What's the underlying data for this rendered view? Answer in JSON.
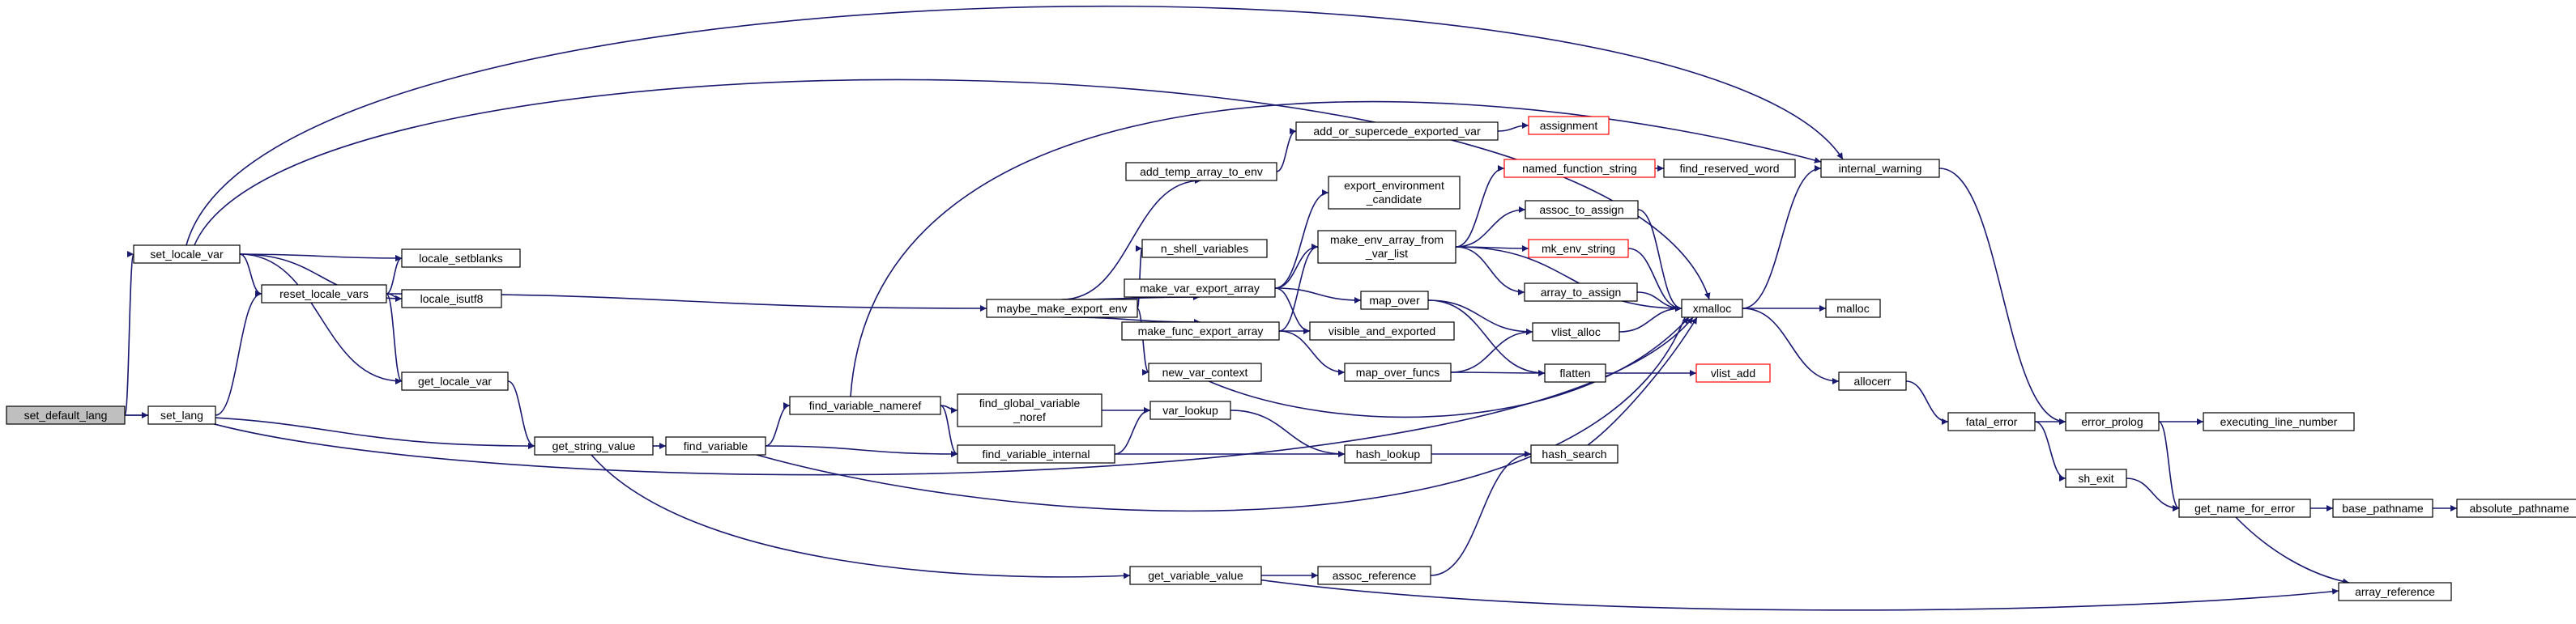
{
  "colors": {
    "edge": "#191970",
    "node_border": "#000000",
    "node_border_truncated": "#ff0000",
    "node_fill": "#ffffff",
    "root_fill": "#bfbfbf"
  },
  "nodes": [
    {
      "id": "set_default_lang",
      "lines": [
        "set_default_lang"
      ],
      "root": true
    },
    {
      "id": "set_locale_var",
      "lines": [
        "set_locale_var"
      ]
    },
    {
      "id": "set_lang",
      "lines": [
        "set_lang"
      ]
    },
    {
      "id": "reset_locale_vars",
      "lines": [
        "reset_locale_vars"
      ]
    },
    {
      "id": "locale_setblanks",
      "lines": [
        "locale_setblanks"
      ]
    },
    {
      "id": "locale_isutf8",
      "lines": [
        "locale_isutf8"
      ]
    },
    {
      "id": "get_locale_var",
      "lines": [
        "get_locale_var"
      ]
    },
    {
      "id": "get_string_value",
      "lines": [
        "get_string_value"
      ]
    },
    {
      "id": "find_variable",
      "lines": [
        "find_variable"
      ]
    },
    {
      "id": "find_variable_nameref",
      "lines": [
        "find_variable_nameref"
      ]
    },
    {
      "id": "find_global_variable_noref",
      "lines": [
        "find_global_variable",
        "_noref"
      ]
    },
    {
      "id": "find_variable_internal",
      "lines": [
        "find_variable_internal"
      ]
    },
    {
      "id": "var_lookup",
      "lines": [
        "var_lookup"
      ]
    },
    {
      "id": "hash_lookup",
      "lines": [
        "hash_lookup"
      ]
    },
    {
      "id": "maybe_make_export_env",
      "lines": [
        "maybe_make_export_env"
      ]
    },
    {
      "id": "add_temp_array_to_env",
      "lines": [
        "add_temp_array_to_env"
      ]
    },
    {
      "id": "n_shell_variables",
      "lines": [
        "n_shell_variables"
      ]
    },
    {
      "id": "make_var_export_array",
      "lines": [
        "make_var_export_array"
      ]
    },
    {
      "id": "make_func_export_array",
      "lines": [
        "make_func_export_array"
      ]
    },
    {
      "id": "new_var_context",
      "lines": [
        "new_var_context"
      ]
    },
    {
      "id": "add_or_supercede_exported_var",
      "lines": [
        "add_or_supercede_exported_var"
      ]
    },
    {
      "id": "assignment",
      "lines": [
        "assignment"
      ],
      "truncated": true
    },
    {
      "id": "export_environment_candidate",
      "lines": [
        "export_environment",
        "_candidate"
      ]
    },
    {
      "id": "make_env_array_from_var_list",
      "lines": [
        "make_env_array_from",
        "_var_list"
      ]
    },
    {
      "id": "map_over",
      "lines": [
        "map_over"
      ]
    },
    {
      "id": "visible_and_exported",
      "lines": [
        "visible_and_exported"
      ]
    },
    {
      "id": "map_over_funcs",
      "lines": [
        "map_over_funcs"
      ]
    },
    {
      "id": "named_function_string",
      "lines": [
        "named_function_string"
      ],
      "truncated": true
    },
    {
      "id": "find_reserved_word",
      "lines": [
        "find_reserved_word"
      ]
    },
    {
      "id": "assoc_to_assign",
      "lines": [
        "assoc_to_assign"
      ]
    },
    {
      "id": "mk_env_string",
      "lines": [
        "mk_env_string"
      ],
      "truncated": true
    },
    {
      "id": "array_to_assign",
      "lines": [
        "array_to_assign"
      ]
    },
    {
      "id": "vlist_alloc",
      "lines": [
        "vlist_alloc"
      ]
    },
    {
      "id": "flatten",
      "lines": [
        "flatten"
      ]
    },
    {
      "id": "vlist_add",
      "lines": [
        "vlist_add"
      ],
      "truncated": true
    },
    {
      "id": "hash_search",
      "lines": [
        "hash_search"
      ]
    },
    {
      "id": "get_variable_value",
      "lines": [
        "get_variable_value"
      ]
    },
    {
      "id": "assoc_reference",
      "lines": [
        "assoc_reference"
      ]
    },
    {
      "id": "internal_warning",
      "lines": [
        "internal_warning"
      ]
    },
    {
      "id": "xmalloc",
      "lines": [
        "xmalloc"
      ]
    },
    {
      "id": "malloc",
      "lines": [
        "malloc"
      ]
    },
    {
      "id": "allocerr",
      "lines": [
        "allocerr"
      ]
    },
    {
      "id": "fatal_error",
      "lines": [
        "fatal_error"
      ]
    },
    {
      "id": "error_prolog",
      "lines": [
        "error_prolog"
      ]
    },
    {
      "id": "executing_line_number",
      "lines": [
        "executing_line_number"
      ]
    },
    {
      "id": "sh_exit",
      "lines": [
        "sh_exit"
      ]
    },
    {
      "id": "get_name_for_error",
      "lines": [
        "get_name_for_error"
      ]
    },
    {
      "id": "base_pathname",
      "lines": [
        "base_pathname"
      ]
    },
    {
      "id": "absolute_pathname",
      "lines": [
        "absolute_pathname"
      ]
    },
    {
      "id": "array_reference",
      "lines": [
        "array_reference"
      ]
    }
  ],
  "edges": [
    [
      "set_default_lang",
      "set_locale_var"
    ],
    [
      "set_default_lang",
      "set_lang"
    ],
    [
      "set_default_lang",
      "get_string_value"
    ],
    [
      "set_locale_var",
      "internal_warning"
    ],
    [
      "set_locale_var",
      "xmalloc"
    ],
    [
      "set_locale_var",
      "locale_setblanks"
    ],
    [
      "set_locale_var",
      "locale_isutf8"
    ],
    [
      "set_locale_var",
      "reset_locale_vars"
    ],
    [
      "set_locale_var",
      "get_locale_var"
    ],
    [
      "set_lang",
      "reset_locale_vars"
    ],
    [
      "set_lang",
      "xmalloc"
    ],
    [
      "reset_locale_vars",
      "locale_setblanks"
    ],
    [
      "reset_locale_vars",
      "locale_isutf8"
    ],
    [
      "reset_locale_vars",
      "maybe_make_export_env"
    ],
    [
      "reset_locale_vars",
      "get_locale_var"
    ],
    [
      "get_locale_var",
      "get_string_value"
    ],
    [
      "get_string_value",
      "find_variable"
    ],
    [
      "get_string_value",
      "get_variable_value"
    ],
    [
      "find_variable",
      "find_variable_nameref"
    ],
    [
      "find_variable",
      "find_variable_internal"
    ],
    [
      "find_variable_nameref",
      "internal_warning"
    ],
    [
      "find_variable_nameref",
      "find_global_variable_noref"
    ],
    [
      "find_variable_nameref",
      "find_variable_internal"
    ],
    [
      "find_global_variable_noref",
      "var_lookup"
    ],
    [
      "find_variable_internal",
      "var_lookup"
    ],
    [
      "find_variable_internal",
      "hash_lookup"
    ],
    [
      "var_lookup",
      "hash_lookup"
    ],
    [
      "hash_lookup",
      "hash_search"
    ],
    [
      "maybe_make_export_env",
      "add_temp_array_to_env"
    ],
    [
      "maybe_make_export_env",
      "n_shell_variables"
    ],
    [
      "maybe_make_export_env",
      "make_var_export_array"
    ],
    [
      "maybe_make_export_env",
      "make_func_export_array"
    ],
    [
      "maybe_make_export_env",
      "new_var_context"
    ],
    [
      "add_temp_array_to_env",
      "add_or_supercede_exported_var"
    ],
    [
      "add_or_supercede_exported_var",
      "assignment"
    ],
    [
      "make_var_export_array",
      "export_environment_candidate"
    ],
    [
      "make_var_export_array",
      "make_env_array_from_var_list"
    ],
    [
      "make_var_export_array",
      "map_over"
    ],
    [
      "make_var_export_array",
      "visible_and_exported"
    ],
    [
      "make_func_export_array",
      "make_env_array_from_var_list"
    ],
    [
      "make_func_export_array",
      "visible_and_exported"
    ],
    [
      "make_func_export_array",
      "map_over_funcs"
    ],
    [
      "new_var_context",
      "xmalloc"
    ],
    [
      "make_env_array_from_var_list",
      "named_function_string"
    ],
    [
      "make_env_array_from_var_list",
      "assoc_to_assign"
    ],
    [
      "make_env_array_from_var_list",
      "mk_env_string"
    ],
    [
      "make_env_array_from_var_list",
      "array_to_assign"
    ],
    [
      "make_env_array_from_var_list",
      "xmalloc"
    ],
    [
      "named_function_string",
      "find_reserved_word"
    ],
    [
      "assoc_to_assign",
      "xmalloc"
    ],
    [
      "mk_env_string",
      "xmalloc"
    ],
    [
      "array_to_assign",
      "xmalloc"
    ],
    [
      "map_over",
      "vlist_alloc"
    ],
    [
      "map_over",
      "flatten"
    ],
    [
      "map_over_funcs",
      "vlist_alloc"
    ],
    [
      "map_over_funcs",
      "flatten"
    ],
    [
      "vlist_alloc",
      "xmalloc"
    ],
    [
      "flatten",
      "vlist_add"
    ],
    [
      "hash_search",
      "xmalloc"
    ],
    [
      "get_variable_value",
      "assoc_reference"
    ],
    [
      "get_variable_value",
      "array_reference"
    ],
    [
      "assoc_reference",
      "hash_search"
    ],
    [
      "xmalloc",
      "internal_warning"
    ],
    [
      "xmalloc",
      "malloc"
    ],
    [
      "xmalloc",
      "allocerr"
    ],
    [
      "xmalloc",
      "find_variable"
    ],
    [
      "internal_warning",
      "error_prolog"
    ],
    [
      "allocerr",
      "fatal_error"
    ],
    [
      "fatal_error",
      "error_prolog"
    ],
    [
      "fatal_error",
      "sh_exit"
    ],
    [
      "error_prolog",
      "executing_line_number"
    ],
    [
      "error_prolog",
      "get_name_for_error"
    ],
    [
      "sh_exit",
      "get_name_for_error"
    ],
    [
      "get_name_for_error",
      "base_pathname"
    ],
    [
      "get_name_for_error",
      "array_reference"
    ],
    [
      "base_pathname",
      "absolute_pathname"
    ]
  ]
}
